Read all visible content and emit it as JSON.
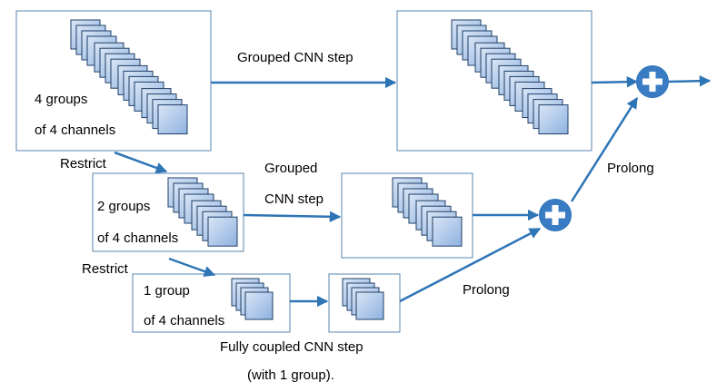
{
  "colors": {
    "box_border": "#5a86ad",
    "arrow": "#2e75b6",
    "channel_fill_light": "#d9e5f5",
    "channel_fill_dark": "#8eb2e0",
    "channel_border": "#1f3f66",
    "plus_fill": "#3a7cc4"
  },
  "labels": {
    "top_groups_line1": "4 groups",
    "top_groups_line2": "of 4 channels",
    "mid_groups_line1": "2 groups",
    "mid_groups_line2": "of 4 channels",
    "bot_groups_line1": "1 group",
    "bot_groups_line2": "of 4 channels",
    "grouped_step_top": "Grouped CNN step",
    "grouped_step_mid_line1": "Grouped",
    "grouped_step_mid_line2": "CNN step",
    "restrict_1": "Restrict",
    "restrict_2": "Restrict",
    "fully_coupled_line1": "Fully coupled CNN step",
    "fully_coupled_line2": "(with 1 group).",
    "prolong_lower": "Prolong",
    "prolong_upper": "Prolong"
  },
  "icons": {
    "sum_nodes": "plus-circle-icon",
    "channel_stacks": "channel-stack-icon"
  }
}
